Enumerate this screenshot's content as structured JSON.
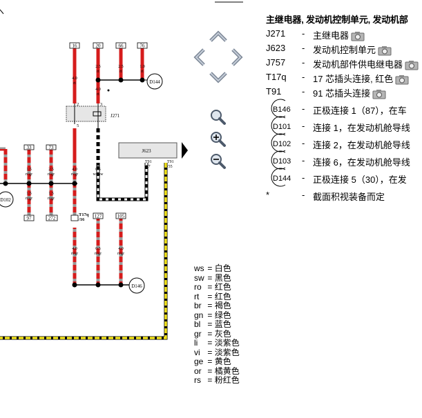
{
  "diagram": {
    "boxes_top": [
      "16",
      "20",
      "66",
      "76"
    ],
    "boxes_left": [
      "33",
      "73"
    ],
    "boxes_lower": [
      "97",
      "272"
    ],
    "boxes_bottom": [
      "127",
      "105"
    ],
    "connector_j271": "J271",
    "connector_j623": "J623",
    "pin_t91_87": "T91\n/87",
    "pin_t91_35": "T91\n/35",
    "pin_t17q_16": "T17q\n/16",
    "pin_2": "2",
    "pin_3": "3",
    "pin_5": "5",
    "wire_labels": {
      "w16": "4.0\nrt",
      "w20": "2.5\nrt",
      "w66": "2.5\nrt",
      "w76": "1.0\nrt",
      "w20b": "4.0\nrt",
      "w33": "1.5\nrt/gr",
      "w73": "2.5\nrt/gr",
      "w_mid": "4.0\nrt/gr",
      "w_ws": "0.5\nws/sw",
      "w33b": "1.5\nrt/gr",
      "w73b": "1.5\nrt/gr",
      "w_t17": "4.0\nrt/gr",
      "w_127": "0.5\nrt/gr",
      "w_105": "4.0\nrt/gr"
    },
    "ground_d144": "D144",
    "ground_d102": "D102",
    "ground_d146": "D146"
  },
  "legend": {
    "title": "主继电器, 发动机控制单元, 发动机部",
    "items": [
      {
        "code": "J271",
        "dash": "-",
        "desc": "主继电器",
        "camera": true
      },
      {
        "code": "J623",
        "dash": "-",
        "desc": "发动机控制单元",
        "camera": true
      },
      {
        "code": "J757",
        "dash": "-",
        "desc": "发动机部件供电继电器",
        "camera": true
      },
      {
        "code": "T17q",
        "dash": "-",
        "desc": "17 芯插头连接, 红色",
        "camera": true
      },
      {
        "code": "T91",
        "dash": "-",
        "desc": "91 芯插头连接",
        "camera": true
      }
    ],
    "grounds": [
      {
        "code": "B146",
        "dash": "-",
        "desc": "正极连接 1（87），在车"
      },
      {
        "code": "D101",
        "dash": "-",
        "desc": "连接 1，在发动机舱导线"
      },
      {
        "code": "D102",
        "dash": "-",
        "desc": "连接 2，在发动机舱导线"
      },
      {
        "code": "D103",
        "dash": "-",
        "desc": "连接 6，在发动机舱导线"
      },
      {
        "code": "D144",
        "dash": "-",
        "desc": "正极连接 5（30），在发"
      }
    ],
    "footnote": {
      "code": "*",
      "dash": "-",
      "desc": "截面积视装备而定"
    }
  },
  "color_key": [
    {
      "abbr": "ws",
      "eq": "=",
      "name": "白色"
    },
    {
      "abbr": "sw",
      "eq": "=",
      "name": "黑色"
    },
    {
      "abbr": "ro",
      "eq": "=",
      "name": "红色"
    },
    {
      "abbr": "rt",
      "eq": "=",
      "name": "红色"
    },
    {
      "abbr": "br",
      "eq": "=",
      "name": "褐色"
    },
    {
      "abbr": "gn",
      "eq": "=",
      "name": "绿色"
    },
    {
      "abbr": "bl",
      "eq": "=",
      "name": "蓝色"
    },
    {
      "abbr": "gr",
      "eq": "=",
      "name": "灰色"
    },
    {
      "abbr": "li",
      "eq": "=",
      "name": "淡紫色"
    },
    {
      "abbr": "vi",
      "eq": "=",
      "name": "淡紫色"
    },
    {
      "abbr": "ge",
      "eq": "=",
      "name": "黄色"
    },
    {
      "abbr": "or",
      "eq": "=",
      "name": "橘黄色"
    },
    {
      "abbr": "rs",
      "eq": "=",
      "name": "粉红色"
    }
  ],
  "icons": {
    "nav": [
      "arrow-up-icon",
      "arrow-left-icon",
      "arrow-right-icon",
      "arrow-down-icon"
    ],
    "zoom": [
      "zoom-fit-icon",
      "zoom-in-icon",
      "zoom-out-icon"
    ],
    "camera": "camera-icon"
  },
  "colors": {
    "wire_red": "#d61c1c",
    "wire_yellow": "#f2e21c",
    "wire_black": "#000000",
    "wire_gray": "#9a9a9a"
  }
}
